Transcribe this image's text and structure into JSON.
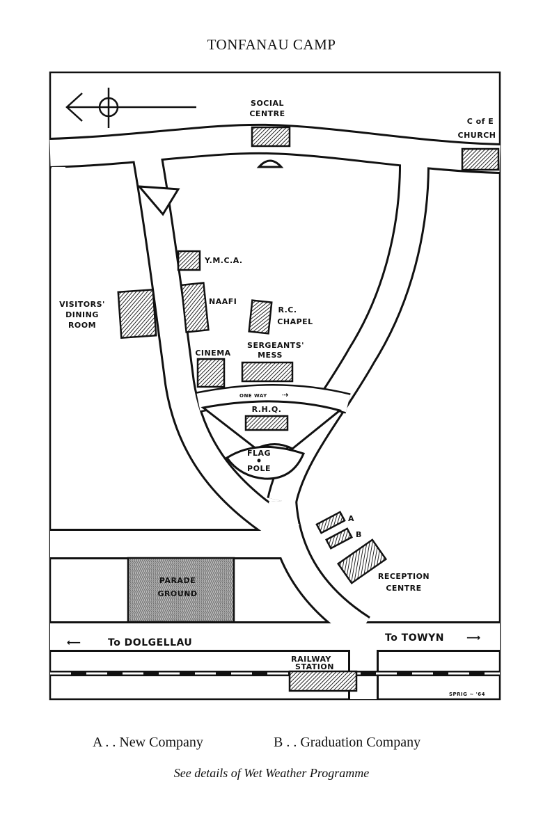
{
  "title": "TONFANAU CAMP",
  "labels": {
    "social_centre": [
      "SOCIAL",
      "CENTRE"
    ],
    "church": [
      "C of E",
      "CHURCH"
    ],
    "ymca": "Y.M.C.A.",
    "naafi": "NAAFI",
    "visitors": [
      "VISITORS'",
      "DINING",
      "ROOM"
    ],
    "rc_chapel": [
      "R.C.",
      "CHAPEL"
    ],
    "cinema": "CINEMA",
    "sergeants": [
      "SERGEANTS'",
      "MESS"
    ],
    "one_way": "ONE  WAY",
    "rhq": "R.H.Q.",
    "flag_pole": [
      "FLAG",
      "POLE"
    ],
    "a": "A",
    "b": "B",
    "reception": [
      "RECEPTION",
      "CENTRE"
    ],
    "parade": [
      "PARADE",
      "GROUND"
    ],
    "to_dolgellau": "To  DOLGELLAU",
    "to_towyn": "To  TOWYN",
    "railway": [
      "RAILWAY",
      "STATION"
    ],
    "signature": "SPRIG ~ '64"
  },
  "legend": {
    "a": "A . . New Company",
    "b": "B . . Graduation Company"
  },
  "note": "See details of Wet Weather Programme"
}
